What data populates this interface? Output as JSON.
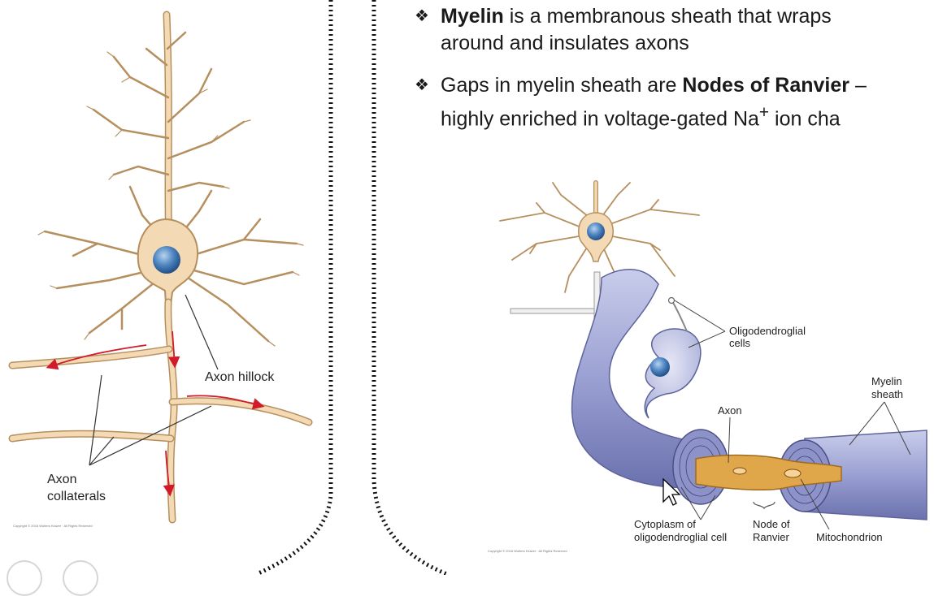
{
  "bullets": [
    {
      "bold": "Myelin",
      "line1_rest": " is a membranous sheath that wraps",
      "line2": "around and insulates axons"
    },
    {
      "line1_pre": "Gaps in myelin sheath are ",
      "bold": "Nodes of Ranvier",
      "line1_post": " –",
      "line2_pre": "highly enriched in voltage-gated Na",
      "superscript": "+",
      "line2_post": " ion cha"
    }
  ],
  "bullet_mark": "❖",
  "neuron_labels": {
    "axon_hillock": "Axon hillock",
    "axon_collaterals_1": "Axon",
    "axon_collaterals_2": "collaterals",
    "copyright": "Copyright © 2016 Wolters Kluwer · All Rights Reserved"
  },
  "myelin_labels": {
    "oligo_1": "Oligodendroglial",
    "oligo_2": "cells",
    "myelin_1": "Myelin",
    "myelin_2": "sheath",
    "axon": "Axon",
    "cytoplasm_1": "Cytoplasm of",
    "cytoplasm_2": "oligodendroglial cell",
    "node_1": "Node of",
    "node_2": "Ranvier",
    "mitochondrion": "Mitochondrion",
    "copyright": "Copyright © 2016 Wolters Kluwer · All Rights Reserved"
  },
  "colors": {
    "neuron_fill": "#f3d9b4",
    "neuron_stroke": "#b68f5e",
    "nucleus": "#3f78b5",
    "arrow_red": "#d11b2a",
    "sheath": "#8f96c8",
    "axon_core": "#e0a64a",
    "dotted_border": "#111111"
  }
}
